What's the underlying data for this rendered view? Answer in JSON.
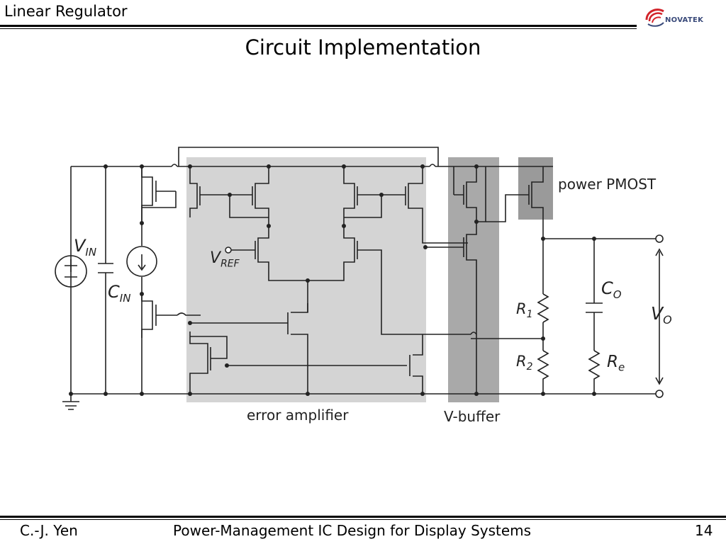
{
  "header": {
    "title": "Linear Regulator"
  },
  "logo": {
    "text": "NOVATEK"
  },
  "slide": {
    "title": "Circuit Implementation"
  },
  "diagram": {
    "labels": {
      "vin": "V",
      "vin_sub": "IN",
      "cin": "C",
      "cin_sub": "IN",
      "vref": "V",
      "vref_sub": "REF",
      "r1": "R",
      "r1_sub": "1",
      "r2": "R",
      "r2_sub": "2",
      "co": "C",
      "co_sub": "O",
      "re": "R",
      "re_sub": "e",
      "vo": "V",
      "vo_sub": "O",
      "power_pmost": "power PMOST",
      "error_amplifier": "error amplifier",
      "v_buffer": "V-buffer"
    },
    "colors": {
      "error_amp_shade": "#d4d4d4",
      "vbuffer_shade": "#a9a9a9",
      "pmost_shade": "#9a9a9a",
      "wire": "#222222"
    }
  },
  "footer": {
    "author": "C.-J. Yen",
    "course": "Power-Management IC Design for Display Systems",
    "page": "14"
  }
}
